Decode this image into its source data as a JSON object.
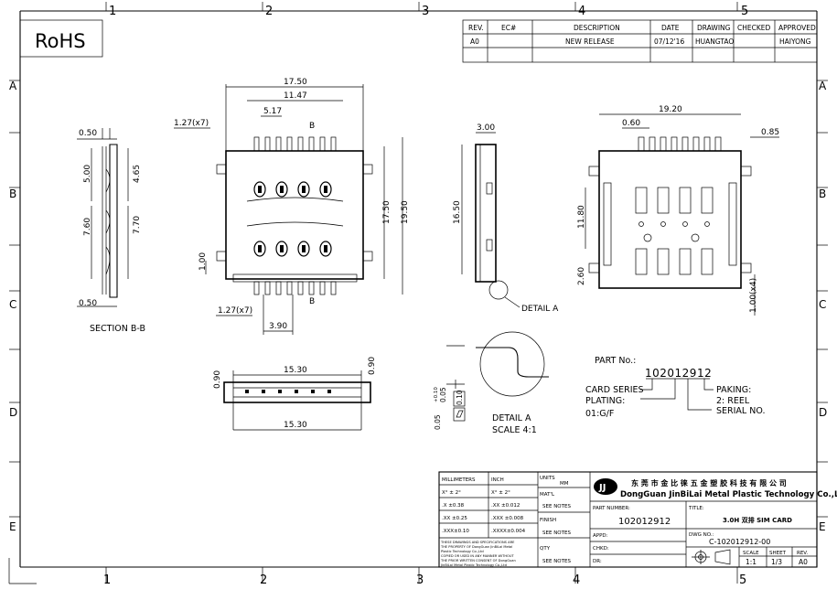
{
  "border": {
    "top_cols": [
      "1",
      "2",
      "3",
      "4",
      "5"
    ],
    "bottom_cols": [
      "1",
      "2",
      "3",
      "4",
      "5"
    ],
    "rows": [
      "A",
      "B",
      "C",
      "D",
      "E"
    ]
  },
  "rohs": "RoHS",
  "revision_table": {
    "headers": [
      "REV.",
      "EC#",
      "DESCRIPTION",
      "DATE",
      "DRAWING",
      "CHECKED",
      "APPROVED"
    ],
    "rows": [
      [
        "A0",
        "",
        "NEW RELEASE",
        "07/12'16",
        "HUANGTAO",
        "",
        "HAIYONG"
      ]
    ]
  },
  "section_view": {
    "caption": "SECTION B-B",
    "dims": {
      "top": "0.50",
      "bottom": "0.50",
      "d500": "5.00",
      "d465": "4.65",
      "d760": "7.60",
      "d770": "7.70"
    }
  },
  "top_view": {
    "dims": {
      "w1750": "17.50",
      "w1147": "11.47",
      "w517": "5.17",
      "b": "B",
      "pitch_top": "1.27(x7)",
      "pitch_bot": "1.27(x7)",
      "h1750": "17.50",
      "h1950": "19.50",
      "d100": "1.00",
      "d390": "3.90",
      "b_bot": "B"
    }
  },
  "side_view": {
    "dims": {
      "d300": "3.00",
      "d1650": "16.50"
    },
    "detail_callout": "DETAIL A"
  },
  "pcb_view": {
    "dims": {
      "d1920": "19.20",
      "d060": "0.60",
      "d085": "0.85",
      "d1180": "11.80",
      "d260": "2.60",
      "d100x4": "1.00(x4)"
    }
  },
  "front_view": {
    "dims": {
      "d1530_top": "15.30",
      "d1530_bot": "15.30",
      "d090_left": "0.90",
      "d090_right": "0.90"
    }
  },
  "detail_a": {
    "title": "DETAIL A",
    "scale": "SCALE 4:1",
    "flatness": "0.05",
    "tol": "+0.10",
    "tol_low": "0.05",
    "box_val": "0.10"
  },
  "part_no": {
    "title": "PART No.:",
    "number": "102012912",
    "card_series": "CARD SERIES",
    "plating": "PLATING:",
    "plating_val": "01:G/F",
    "paking": "PAKING:",
    "paking_val": "2: REEL",
    "serial": "SERIAL NO."
  },
  "title_block": {
    "tol_headers": [
      "MILLIMETERS",
      "INCH"
    ],
    "tol_rows": [
      [
        "X° ± 2°",
        "X° ± 2°"
      ],
      [
        ".X ±0.38",
        ".XX ±0.012"
      ],
      [
        ".XX ±0.25",
        ".XXX ±0.008"
      ],
      [
        ".XXX±0.10",
        ".XXXX±0.004"
      ]
    ],
    "note": [
      "THESE DRAWINGS AND SPECIFICATIONS ARE",
      "THE PROPERTY OF DongGuan JinBiLai Metal",
      "Plastic Technology Co.,Ltd",
      "COPIED OR USED IN ANY MANNER WITHOUT",
      "THE PRIOR WRITTEN CONSENT OF DongGuan",
      "JinBiLai Metal Plastic Technology Co.,Ltd"
    ],
    "units_label": "UNITS",
    "units_val": "MM",
    "matl_label": "MAT'L",
    "see_notes": "SEE NOTES",
    "finish_label": "FINISH",
    "qty_label": "QTY",
    "company_cn": "东 莞 市 金 比 徕 五 金 塑 胶 科 技 有 限 公 司",
    "company_en": "DongGuan JinBiLai Metal Plastic Technology Co.,Ltd",
    "part_number_label": "PART NUMBER:",
    "part_number": "102012912",
    "title_label": "TITLE:",
    "title": "3.0H 双排 SIM CARD",
    "appd_label": "APPD:",
    "chkd_label": "CHKD:",
    "dr_label": "DR:",
    "dwg_label": "DWG NO.:",
    "dwg_no": "C-102012912-00",
    "scale_label": "SCALE",
    "sheet_label": "SHEET",
    "rev_label": "REV.",
    "scale": "1:1",
    "sheet": "1/3",
    "rev": "A0"
  }
}
